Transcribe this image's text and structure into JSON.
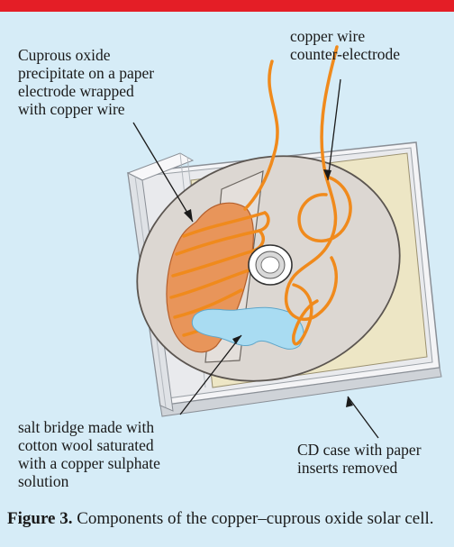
{
  "labels": {
    "cuprous_oxide": "Cuprous oxide\nprecipitate on a paper\nelectrode wrapped\nwith copper wire",
    "counter_electrode": "copper wire\ncounter-electrode",
    "salt_bridge": "salt bridge made with\ncotton wool saturated\nwith a copper sulphate\nsolution",
    "cd_case": "CD case with paper\ninserts removed"
  },
  "caption": {
    "number": "Figure 3.",
    "text": " Components of the copper–cuprous oxide solar cell."
  },
  "colors": {
    "background": "#d6ecf7",
    "top_bar": "#e41e26",
    "copper_wire": "#f08a1c",
    "cuprous_oxide": "#e8955a",
    "disc": "#dcd7d2",
    "paper_insert": "#ede6c5",
    "salt_bridge": "#a9dcf2"
  }
}
